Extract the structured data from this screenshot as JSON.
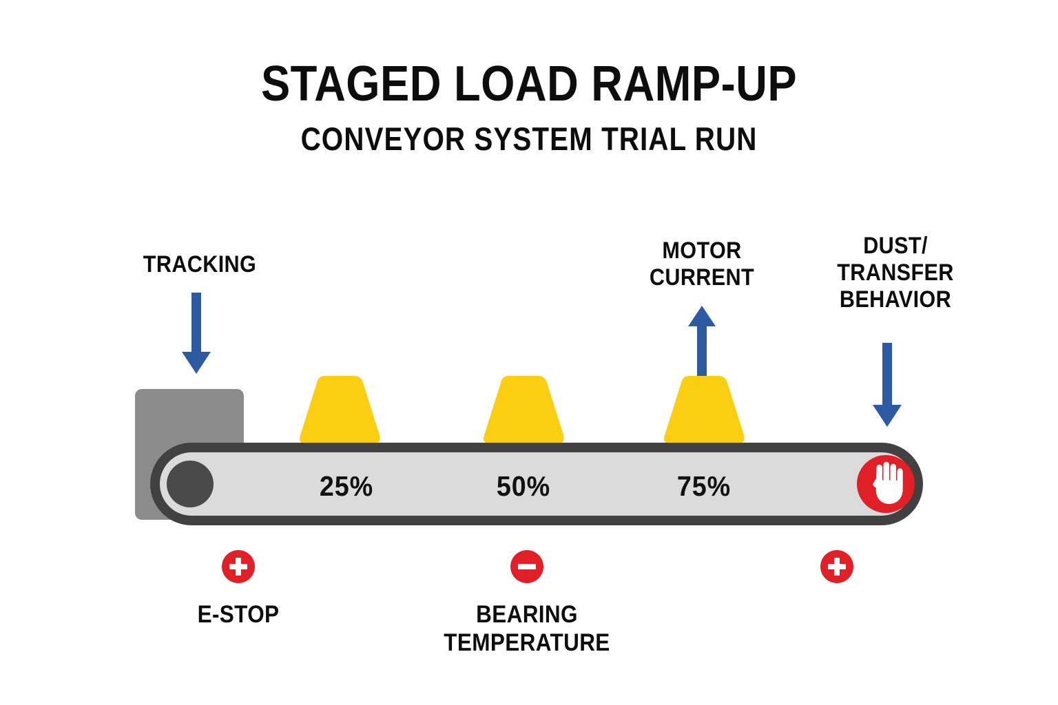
{
  "header": {
    "title": "STAGED LOAD RAMP-UP",
    "subtitle": "CONVEYOR SYSTEM TRIAL RUN"
  },
  "colors": {
    "blue_arrow": "#2C5BA3",
    "red_marker": "#e01f26",
    "yellow_box": "#FBCE11",
    "belt_fill": "#DBDBDB",
    "belt_border": "#414141",
    "housing_gray": "#8C8C8C",
    "roller_dark": "#4A4A4A",
    "text_black": "#0d0d0d"
  },
  "callouts": [
    {
      "id": "tracking",
      "text": "TRACKING",
      "arrow_direction": "down",
      "arrow_icon": "arrow-down-icon"
    },
    {
      "id": "motor-current",
      "text": "MOTOR\nCURRENT",
      "arrow_direction": "up",
      "arrow_icon": "arrow-up-icon"
    },
    {
      "id": "dust-transfer-behavior",
      "text": "DUST/\nTRANSFER\nBEHAVIOR",
      "arrow_direction": "down",
      "arrow_icon": "arrow-down-icon"
    }
  ],
  "conveyor": {
    "stop_button": {
      "icon": "stop-hand-icon",
      "color": "#e01f26"
    },
    "roller": {
      "icon": "roller-pulley-icon"
    },
    "housing": {
      "icon": "drive-housing-icon"
    },
    "load_boxes": [
      {
        "id": "box-25",
        "shape": "trapezoid",
        "color": "#FBCE11"
      },
      {
        "id": "box-50",
        "shape": "trapezoid",
        "color": "#FBCE11"
      },
      {
        "id": "box-75",
        "shape": "trapezoid",
        "color": "#FBCE11"
      }
    ],
    "stages": [
      {
        "id": "stage-25",
        "label": "25%",
        "value": 25
      },
      {
        "id": "stage-50",
        "label": "50%",
        "value": 50
      },
      {
        "id": "stage-75",
        "label": "75%",
        "value": 75
      }
    ]
  },
  "markers": [
    {
      "id": "e-stop",
      "sign": "plus",
      "icon": "plus-circle-icon",
      "label": "E-STOP"
    },
    {
      "id": "bearing-temperature",
      "sign": "minus",
      "icon": "minus-circle-icon",
      "label": "BEARING\nTEMPERATURE"
    },
    {
      "id": "unlabeled-right",
      "sign": "plus",
      "icon": "plus-circle-icon",
      "label": ""
    }
  ]
}
